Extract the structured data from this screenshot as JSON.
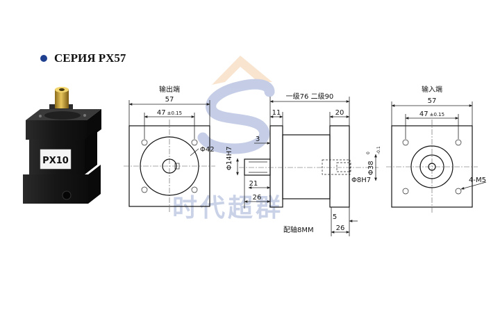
{
  "header": {
    "series_title": "СЕРИЯ PX57"
  },
  "photo": {
    "model_label": "PX10"
  },
  "watermark": {
    "text": "时代超群"
  },
  "output_view": {
    "caption": "输出端",
    "dim_overall": "57",
    "dim_hole_spacing_value": "47",
    "dim_hole_spacing_tol": "±0.15",
    "dim_pilot": "Φ42"
  },
  "side_view": {
    "dim_length": "一级76  二级90",
    "dim_flange_thickness": "11",
    "dim_rear_flange": "20",
    "dim_shaft_offset": "3",
    "dim_shaft_dia": "Φ14H7",
    "dim_key_length": "21",
    "dim_shaft_length": "26",
    "dim_input_dia": "Φ8H7",
    "dim_input_boss": "Φ38",
    "dim_input_boss_tol_upper": "0",
    "dim_input_boss_tol_lower": "-0.1",
    "dim_input_depth": "5",
    "dim_input_length": "26",
    "caption_shaft": "配轴8MM"
  },
  "input_view": {
    "caption": "输入端",
    "dim_overall": "57",
    "dim_hole_spacing_value": "47",
    "dim_hole_spacing_tol": "±0.15",
    "dim_holes": "4-M5"
  },
  "colors": {
    "bullet": "#1f3f8f",
    "watermark_blue": "#2f4fa6",
    "watermark_orange": "#e8a256",
    "gearbox_body": "#1c1c1c",
    "shaft_brass": "#c9a23a",
    "label_plate": "#f4f4f4"
  }
}
